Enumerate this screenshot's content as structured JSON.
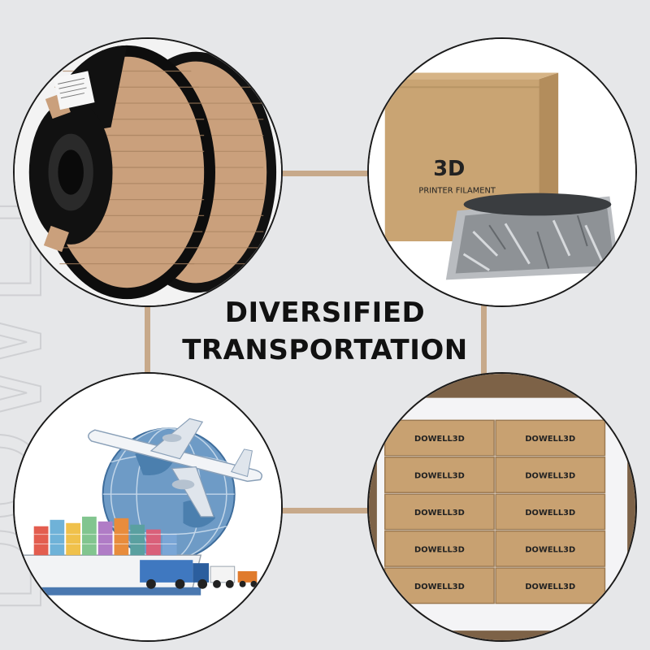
{
  "headline": {
    "line1": "DIVERSIFIED",
    "line2": "TRANSPORTATION"
  },
  "colors": {
    "background": "#e6e7e9",
    "connector": "#c7a98a",
    "filament": "#caa07c",
    "box": "#c9a473",
    "text": "#111111"
  },
  "panels": {
    "box_print_title": "3D",
    "box_print_subtitle": "PRINTER FILAMENT",
    "carton_brand": "DOWELL3D"
  },
  "watermark_text": "DOWELL"
}
